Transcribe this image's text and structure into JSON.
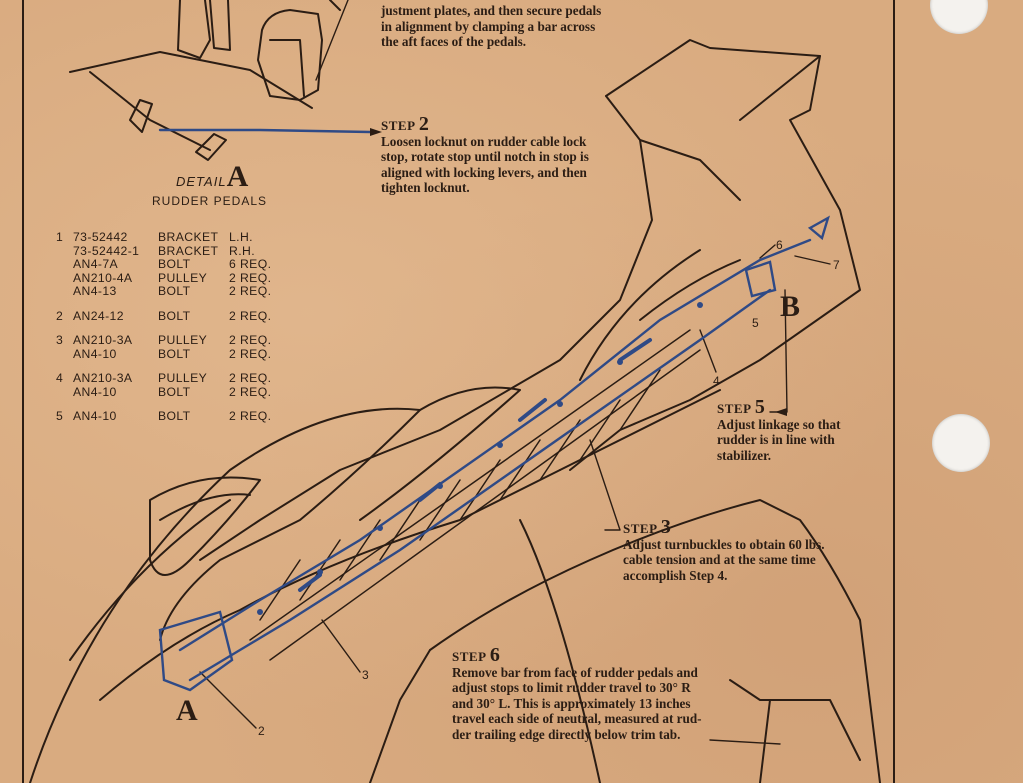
{
  "steps": {
    "step1_partial": {
      "lines": [
        "justment plates, and then secure pedals",
        "in alignment by clamping a bar across",
        "the aft faces of the pedals."
      ]
    },
    "step2": {
      "head": "STEP",
      "number": "2",
      "lines": [
        "Loosen locknut on rudder cable lock",
        "stop, rotate stop until notch in stop is",
        "aligned with locking levers, and then",
        "tighten locknut."
      ]
    },
    "step3": {
      "head": "STEP",
      "number": "3",
      "lines": [
        "Adjust turnbuckles to obtain 60 lbs.",
        "cable tension and at the same time",
        "accomplish Step 4."
      ]
    },
    "step5": {
      "head": "STEP",
      "number": "5",
      "lines": [
        "Adjust linkage so that",
        "rudder is in line with",
        "stabilizer."
      ]
    },
    "step6": {
      "head": "STEP",
      "number": "6",
      "lines": [
        "Remove bar from face of rudder pedals and",
        "adjust stops to limit rudder travel to 30° R",
        "and 30° L. This is approximately 13 inches",
        "travel each side of neutral, measured at rud-",
        "der trailing edge directly below trim tab."
      ]
    }
  },
  "detail_a": {
    "word": "DETAIL",
    "letter": "A",
    "caption": "RUDDER PEDALS"
  },
  "parts_list": [
    {
      "num": "1",
      "part": "73-52442",
      "name": "BRACKET",
      "qty": "L.H."
    },
    {
      "num": "",
      "part": "73-52442-1",
      "name": "BRACKET",
      "qty": "R.H."
    },
    {
      "num": "",
      "part": "AN4-7A",
      "name": "BOLT",
      "qty": "6 REQ."
    },
    {
      "num": "",
      "part": "AN210-4A",
      "name": "PULLEY",
      "qty": "2 REQ."
    },
    {
      "num": "",
      "part": "AN4-13",
      "name": "BOLT",
      "qty": "2 REQ."
    },
    {
      "num": "2",
      "part": "AN24-12",
      "name": "BOLT",
      "qty": "2 REQ."
    },
    {
      "num": "3",
      "part": "AN210-3A",
      "name": "PULLEY",
      "qty": "2 REQ."
    },
    {
      "num": "",
      "part": "AN4-10",
      "name": "BOLT",
      "qty": "2 REQ."
    },
    {
      "num": "4",
      "part": "AN210-3A",
      "name": "PULLEY",
      "qty": "2 REQ."
    },
    {
      "num": "",
      "part": "AN4-10",
      "name": "BOLT",
      "qty": "2 REQ."
    },
    {
      "num": "5",
      "part": "AN4-10",
      "name": "BOLT",
      "qty": "2 REQ."
    }
  ],
  "callouts": {
    "c2": "2",
    "c3": "3",
    "c4": "4",
    "c5": "5",
    "c6": "6",
    "c7": "7",
    "letter_a": "A",
    "letter_b": "B"
  },
  "colors": {
    "paper": "#d9ab80",
    "ink": "#2b1d14",
    "blue_ink": "#2f4a86"
  }
}
